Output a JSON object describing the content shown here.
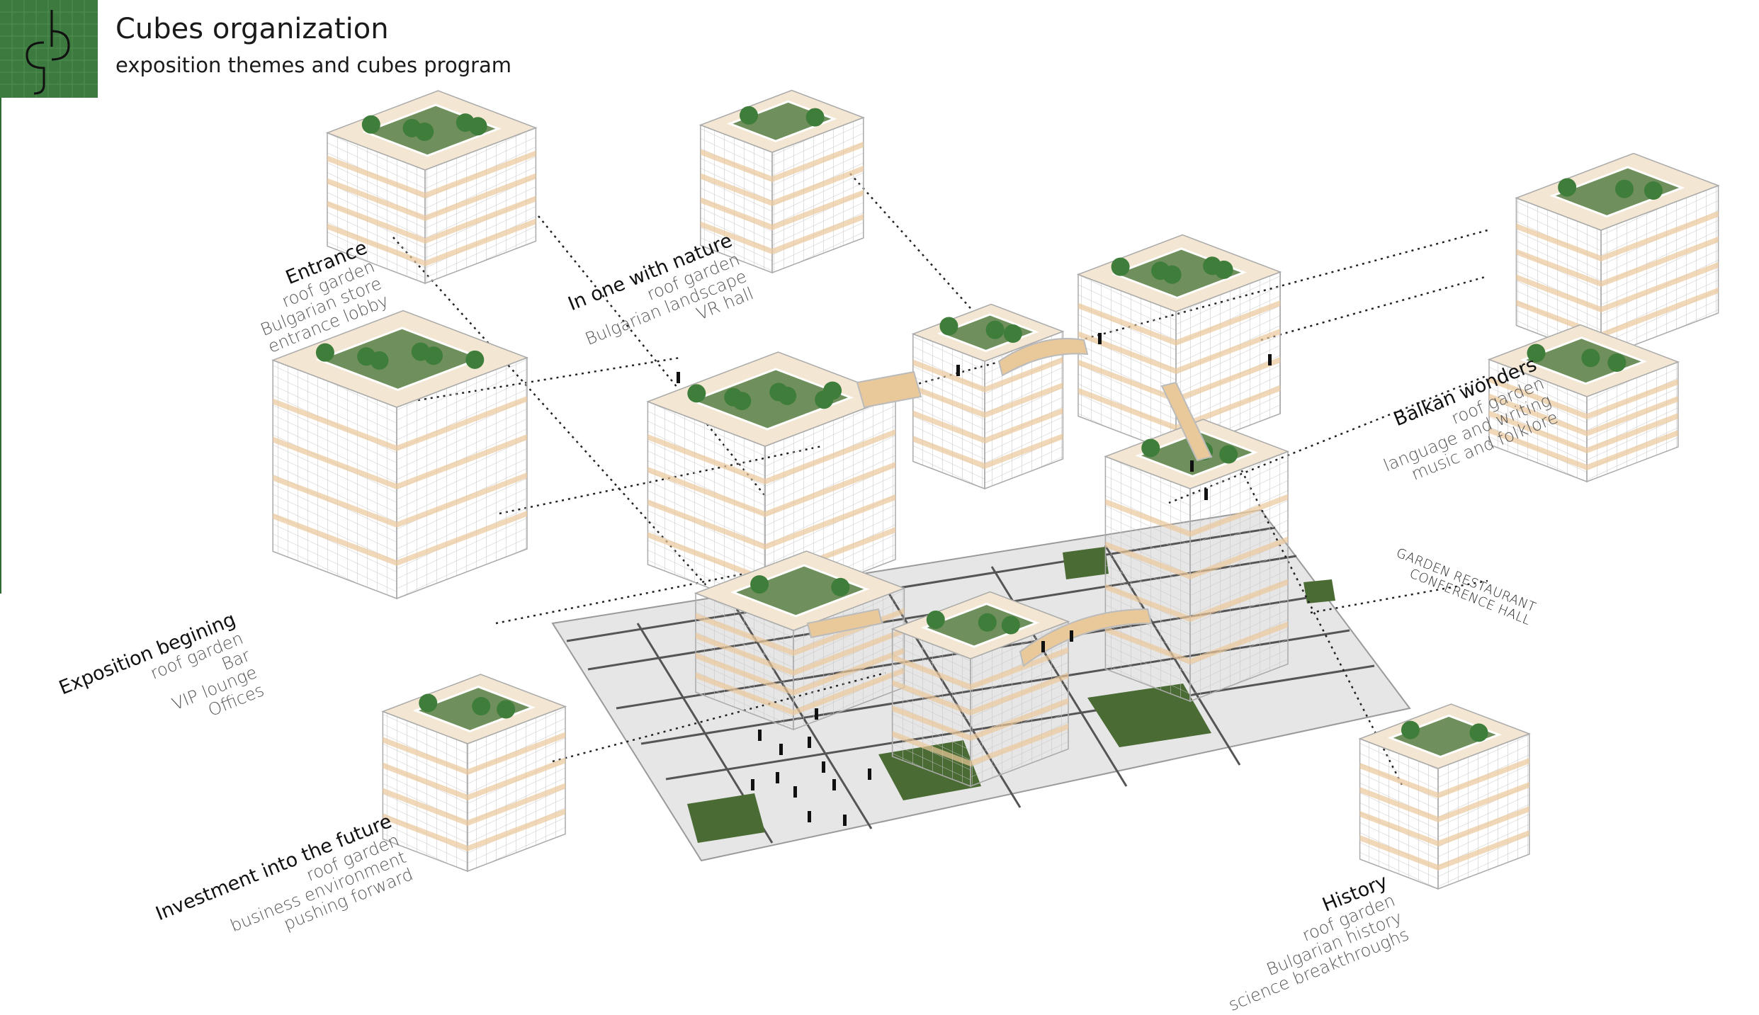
{
  "header": {
    "title": "Cubes organization",
    "subtitle": "exposition themes and cubes program"
  },
  "colors": {
    "brand_green": "#3d7a3f",
    "roof_green": "#2e5a2a",
    "tree_green": "#3f7d3a",
    "wood": "#e9c89a",
    "grid_line": "#c9c9c9",
    "plaza": "#e8e8e8"
  },
  "labels": {
    "entrance": {
      "heading": "Entrance",
      "items": [
        "roof garden",
        "Bulgarian store",
        "entrance lobby"
      ]
    },
    "nature": {
      "heading": "In one with nature",
      "items": [
        "roof garden",
        "Bulgarian landscape",
        "VR hall"
      ]
    },
    "balkan": {
      "heading": "Balkan wonders",
      "items": [
        "roof garden",
        "language and writing",
        "music and folklore"
      ]
    },
    "exposition": {
      "heading": "Exposition begining",
      "items": [
        "roof garden",
        "Bar",
        "VIP lounge",
        "Offices"
      ]
    },
    "restaurant": {
      "items": [
        "GARDEN RESTAURANT",
        "CONFERENCE HALL"
      ]
    },
    "investment": {
      "heading": "Investment into the future",
      "items": [
        "roof garden",
        "business environment",
        "pushing forward"
      ]
    },
    "history": {
      "heading": "History",
      "items": [
        "roof garden",
        "Bulgarian history",
        "science breakthroughs"
      ]
    }
  },
  "icons": {
    "logo": "gb-monogram-logo"
  }
}
